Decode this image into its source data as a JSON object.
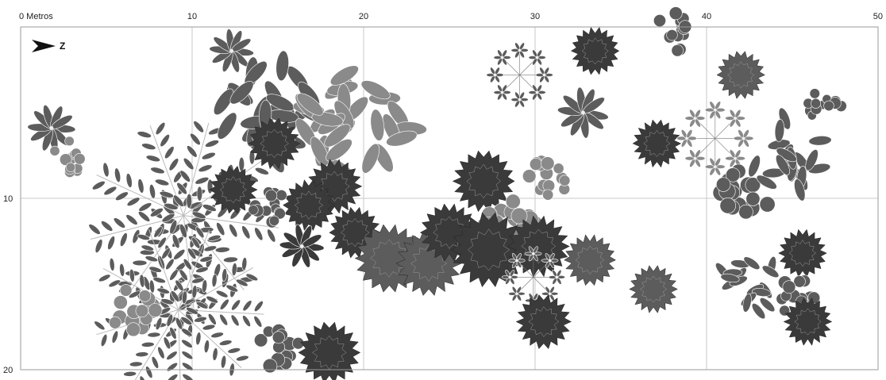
{
  "scale": {
    "x_ticks": [
      {
        "value": 0,
        "label": "0 Metros"
      },
      {
        "value": 10,
        "label": "10"
      },
      {
        "value": 20,
        "label": "20"
      },
      {
        "value": 30,
        "label": "30"
      },
      {
        "value": 40,
        "label": "40"
      },
      {
        "value": 50,
        "label": "50"
      }
    ],
    "y_ticks": [
      {
        "value": 10,
        "label": "10"
      },
      {
        "value": 20,
        "label": "20"
      }
    ],
    "x_range_m": [
      0,
      50
    ],
    "y_range_m": [
      0,
      20
    ],
    "grid": true
  },
  "north": {
    "label": "Z",
    "icon": "north-arrow-icon"
  },
  "colors": {
    "dark_canopy": "#3a3a3a",
    "mid_canopy": "#5c5c5c",
    "light_canopy": "#8a8a8a",
    "grid_line": "#c8c8c8",
    "frame": "#9a9a9a"
  },
  "canopies": [
    {
      "type": "star-leaf",
      "tone": "mid",
      "x_m": 12.3,
      "y_m": 1.4,
      "r_m": 1.3
    },
    {
      "type": "star-leaf",
      "tone": "mid",
      "x_m": 1.8,
      "y_m": 5.9,
      "r_m": 1.4
    },
    {
      "type": "round-leaf",
      "tone": "light",
      "x_m": 2.8,
      "y_m": 7.5,
      "r_m": 1.3
    },
    {
      "type": "compound",
      "tone": "mid",
      "x_m": 9.5,
      "y_m": 11.0,
      "r_m": 5.6
    },
    {
      "type": "compound",
      "tone": "mid",
      "x_m": 9.2,
      "y_m": 16.5,
      "r_m": 5.0
    },
    {
      "type": "broad-leaf",
      "tone": "mid",
      "x_m": 14.5,
      "y_m": 5.0,
      "r_m": 4.0
    },
    {
      "type": "broad-leaf",
      "tone": "light",
      "x_m": 19.7,
      "y_m": 5.5,
      "r_m": 4.2
    },
    {
      "type": "spiky",
      "tone": "dark",
      "x_m": 14.8,
      "y_m": 6.8,
      "r_m": 1.5
    },
    {
      "type": "spiky",
      "tone": "dark",
      "x_m": 12.4,
      "y_m": 9.5,
      "r_m": 1.4
    },
    {
      "type": "spiky",
      "tone": "dark",
      "x_m": 18.3,
      "y_m": 9.3,
      "r_m": 1.6
    },
    {
      "type": "spiky",
      "tone": "dark",
      "x_m": 16.8,
      "y_m": 10.4,
      "r_m": 1.5
    },
    {
      "type": "round-leaf",
      "tone": "mid",
      "x_m": 14.5,
      "y_m": 10.4,
      "r_m": 1.4
    },
    {
      "type": "star-leaf",
      "tone": "dark",
      "x_m": 16.4,
      "y_m": 12.8,
      "r_m": 1.3
    },
    {
      "type": "round-leaf",
      "tone": "light",
      "x_m": 6.5,
      "y_m": 16.5,
      "r_m": 1.7
    },
    {
      "type": "round-leaf",
      "tone": "mid",
      "x_m": 15.0,
      "y_m": 18.7,
      "r_m": 1.6
    },
    {
      "type": "spiky",
      "tone": "dark",
      "x_m": 18.0,
      "y_m": 19.0,
      "r_m": 1.8
    },
    {
      "type": "spiky",
      "tone": "dark",
      "x_m": 19.5,
      "y_m": 12.0,
      "r_m": 1.5
    },
    {
      "type": "spiky",
      "tone": "mid",
      "x_m": 21.5,
      "y_m": 13.5,
      "r_m": 2.0
    },
    {
      "type": "spiky",
      "tone": "mid",
      "x_m": 23.8,
      "y_m": 13.8,
      "r_m": 1.9
    },
    {
      "type": "spiky",
      "tone": "dark",
      "x_m": 25.0,
      "y_m": 12.0,
      "r_m": 1.7
    },
    {
      "type": "spiky",
      "tone": "dark",
      "x_m": 27.0,
      "y_m": 9.0,
      "r_m": 1.8
    },
    {
      "type": "round-leaf",
      "tone": "light",
      "x_m": 28.6,
      "y_m": 11.3,
      "r_m": 2.0
    },
    {
      "type": "round-leaf",
      "tone": "light",
      "x_m": 30.8,
      "y_m": 8.8,
      "r_m": 1.5
    },
    {
      "type": "spiky",
      "tone": "dark",
      "x_m": 27.3,
      "y_m": 13.0,
      "r_m": 2.2
    },
    {
      "type": "spiky",
      "tone": "dark",
      "x_m": 30.2,
      "y_m": 12.8,
      "r_m": 1.8
    },
    {
      "type": "ring",
      "tone": "mid",
      "x_m": 29.9,
      "y_m": 14.6,
      "r_m": 1.9
    },
    {
      "type": "spiky",
      "tone": "mid",
      "x_m": 33.2,
      "y_m": 13.6,
      "r_m": 1.5
    },
    {
      "type": "spiky",
      "tone": "dark",
      "x_m": 30.5,
      "y_m": 17.2,
      "r_m": 1.6
    },
    {
      "type": "ring",
      "tone": "mid",
      "x_m": 29.1,
      "y_m": 2.8,
      "r_m": 2.0
    },
    {
      "type": "spiky",
      "tone": "dark",
      "x_m": 33.5,
      "y_m": 1.4,
      "r_m": 1.4
    },
    {
      "type": "star-leaf",
      "tone": "mid",
      "x_m": 32.8,
      "y_m": 5.0,
      "r_m": 1.5
    },
    {
      "type": "round-leaf",
      "tone": "mid",
      "x_m": 38.1,
      "y_m": 0.2,
      "r_m": 1.5
    },
    {
      "type": "spiky",
      "tone": "dark",
      "x_m": 37.1,
      "y_m": 6.8,
      "r_m": 1.4
    },
    {
      "type": "spiky",
      "tone": "mid",
      "x_m": 42.0,
      "y_m": 2.8,
      "r_m": 1.4
    },
    {
      "type": "ring",
      "tone": "light",
      "x_m": 40.5,
      "y_m": 6.5,
      "r_m": 2.3
    },
    {
      "type": "round-leaf",
      "tone": "mid",
      "x_m": 42.0,
      "y_m": 10.0,
      "r_m": 2.0
    },
    {
      "type": "broad-leaf",
      "tone": "mid",
      "x_m": 44.6,
      "y_m": 7.5,
      "r_m": 3.0
    },
    {
      "type": "round-leaf",
      "tone": "mid",
      "x_m": 46.9,
      "y_m": 4.5,
      "r_m": 1.3
    },
    {
      "type": "spiky",
      "tone": "mid",
      "x_m": 36.9,
      "y_m": 15.3,
      "r_m": 1.4
    },
    {
      "type": "broad-leaf",
      "tone": "mid",
      "x_m": 42.5,
      "y_m": 14.8,
      "r_m": 2.5
    },
    {
      "type": "spiky",
      "tone": "dark",
      "x_m": 45.6,
      "y_m": 13.2,
      "r_m": 1.4
    },
    {
      "type": "round-leaf",
      "tone": "mid",
      "x_m": 45.2,
      "y_m": 15.6,
      "r_m": 1.5
    },
    {
      "type": "spiky",
      "tone": "dark",
      "x_m": 45.9,
      "y_m": 17.2,
      "r_m": 1.4
    }
  ]
}
